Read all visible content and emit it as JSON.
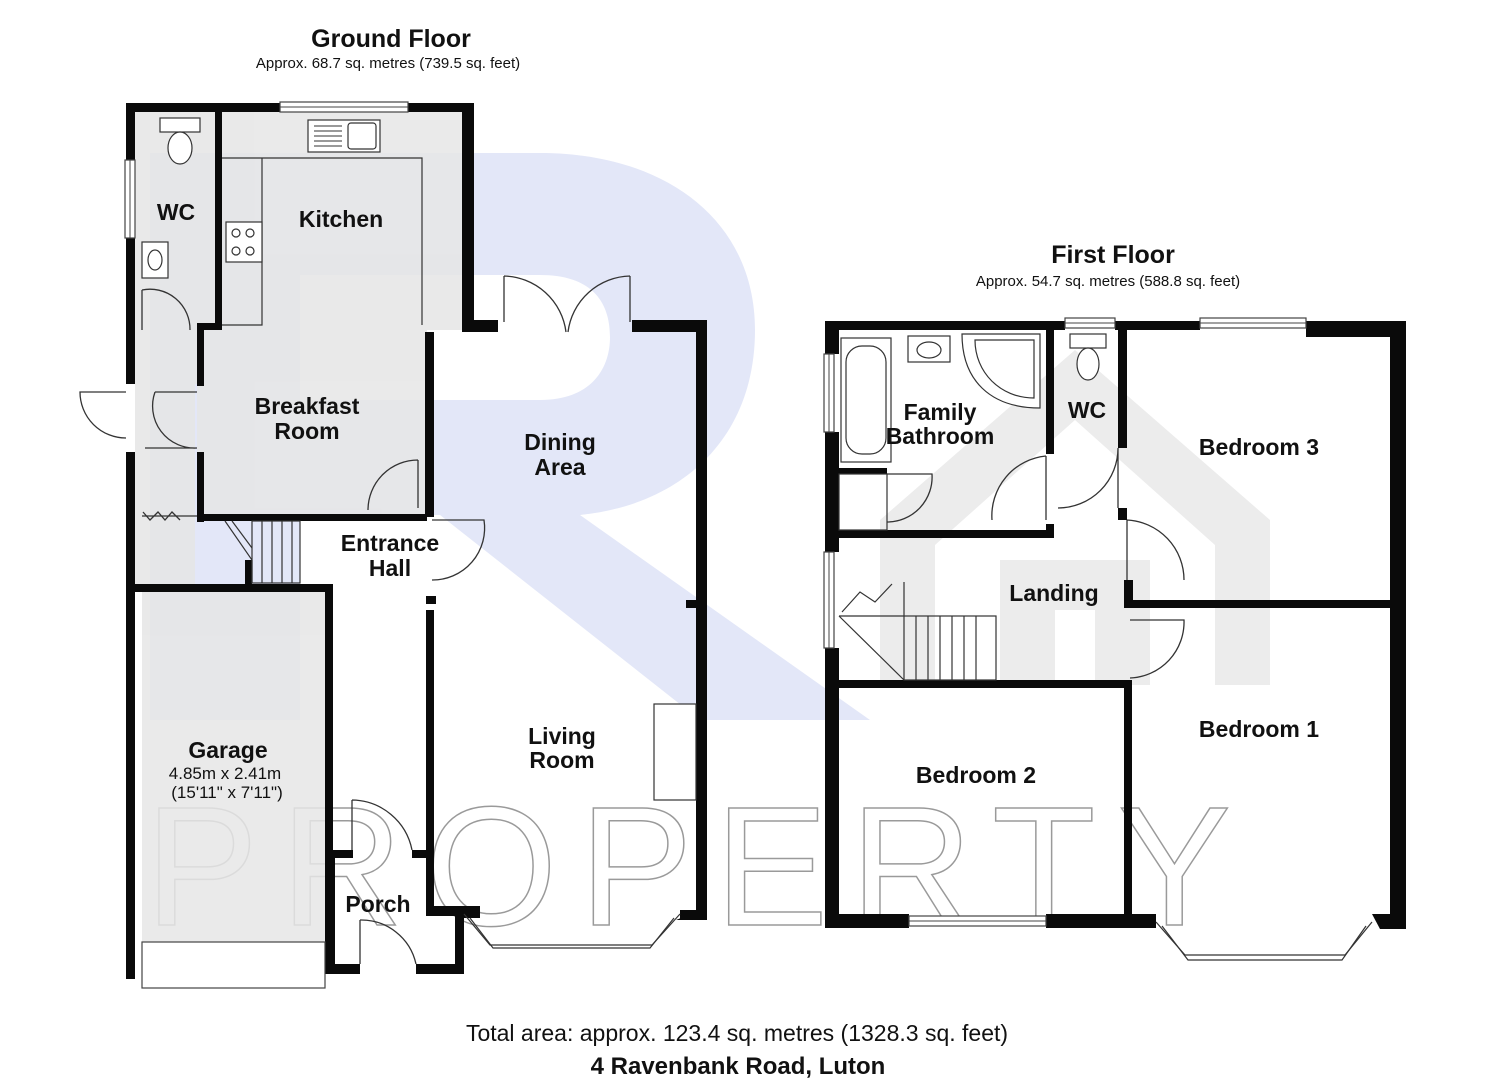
{
  "ground_floor": {
    "title": "Ground Floor",
    "area": "Approx. 68.7 sq. metres (739.5 sq. feet)",
    "rooms": {
      "wc": "WC",
      "kitchen": "Kitchen",
      "breakfast_1": "Breakfast",
      "breakfast_2": "Room",
      "dining_1": "Dining",
      "dining_2": "Area",
      "entrance_1": "Entrance",
      "entrance_2": "Hall",
      "garage": "Garage",
      "garage_dim_m": "4.85m x 2.41m",
      "garage_dim_ft": "(15'11\" x 7'11\")",
      "living_1": "Living",
      "living_2": "Room",
      "porch": "Porch"
    }
  },
  "first_floor": {
    "title": "First Floor",
    "area": "Approx. 54.7 sq. metres (588.8 sq. feet)",
    "rooms": {
      "bathroom_1": "Family",
      "bathroom_2": "Bathroom",
      "wc": "WC",
      "bedroom3": "Bedroom 3",
      "landing": "Landing",
      "bedroom1": "Bedroom 1",
      "bedroom2": "Bedroom 2"
    }
  },
  "watermark": {
    "monogram": "PR",
    "text": "PROPERTY",
    "colors": {
      "monogram": "#e3e7f8",
      "house": "#ececec",
      "text_stroke": "#9a9a9a"
    }
  },
  "footer": {
    "total_area": "Total area: approx. 123.4 sq. metres (1328.3 sq. feet)",
    "address": "4 Ravenbank Road, Luton"
  },
  "colors": {
    "wall": "#0a0a0a",
    "floor_shade": "#e6e6e6",
    "line": "#333333"
  }
}
